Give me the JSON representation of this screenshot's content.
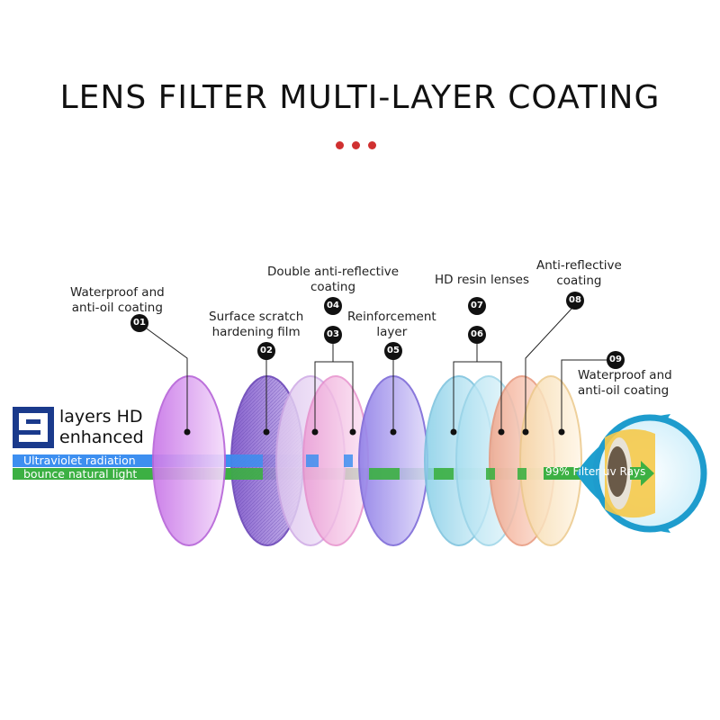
{
  "title": "LENS FILTER MULTI-LAYER COATING",
  "layers_badge": {
    "number": "9",
    "line1": "layers HD",
    "line2": "enhanced"
  },
  "rays": {
    "uv": "Ultraviolet radiation",
    "natural": "bounce natural light",
    "filter": "99% Filter uv Rays"
  },
  "labels": [
    {
      "id": "01",
      "text": [
        "Waterproof and",
        "anti-oil coating"
      ]
    },
    {
      "id": "02",
      "text": [
        "Surface scratch",
        "hardening film"
      ]
    },
    {
      "id": "03-04",
      "text": [
        "Double anti-reflective",
        "coating"
      ]
    },
    {
      "id": "05",
      "text": [
        "Reinforcement",
        "layer"
      ]
    },
    {
      "id": "06-07",
      "text": [
        "HD resin lenses"
      ]
    },
    {
      "id": "08",
      "text": [
        "Anti-reflective",
        "coating"
      ]
    },
    {
      "id": "09",
      "text": [
        "Waterproof and",
        "anti-oil coating"
      ]
    }
  ],
  "badges": [
    "01",
    "02",
    "03",
    "04",
    "05",
    "06",
    "07",
    "08",
    "09"
  ],
  "colors": {
    "accent_dots": "#d03030",
    "nine_block": "#1a3a8c",
    "uv_ray": "#3d8ff0",
    "natural_ray": "#3cb043"
  }
}
